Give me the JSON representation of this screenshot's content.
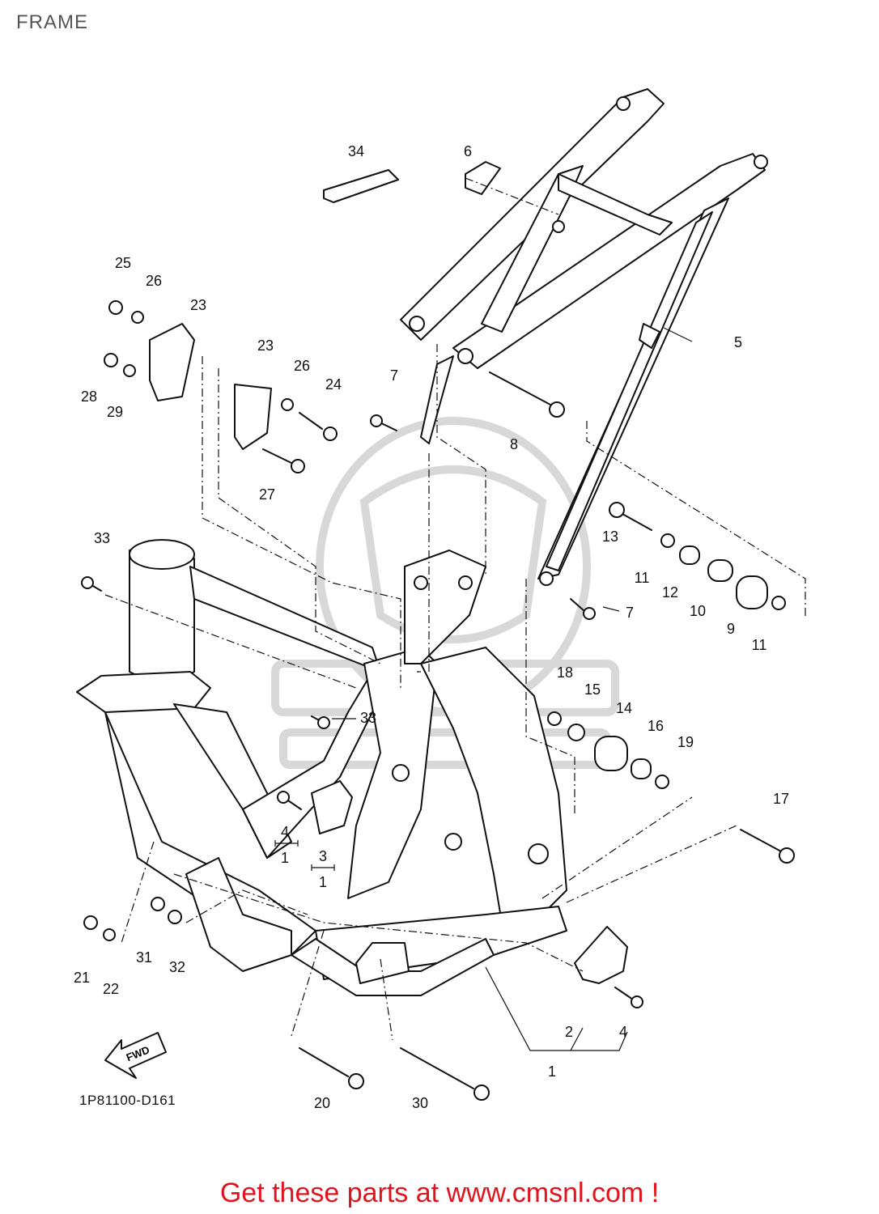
{
  "page": {
    "title": "FRAME"
  },
  "diagram": {
    "code": "1P81100-D161",
    "direction_label": "FWD",
    "callouts": [
      "34",
      "6",
      "25",
      "26",
      "23",
      "28",
      "29",
      "23",
      "26",
      "24",
      "7",
      "27",
      "5",
      "8",
      "33",
      "13",
      "11",
      "12",
      "10",
      "9",
      "11",
      "7",
      "18",
      "15",
      "14",
      "16",
      "19",
      "33",
      "17",
      "4",
      "1",
      "3",
      "1",
      "21",
      "22",
      "31",
      "32",
      "2",
      "4",
      "1",
      "20",
      "30"
    ]
  },
  "footer": {
    "promo": "Get these parts at www.cmsnl.com !"
  },
  "colors": {
    "line": "#111111",
    "promo": "#e0141e",
    "watermark": "#d8d8d8"
  }
}
